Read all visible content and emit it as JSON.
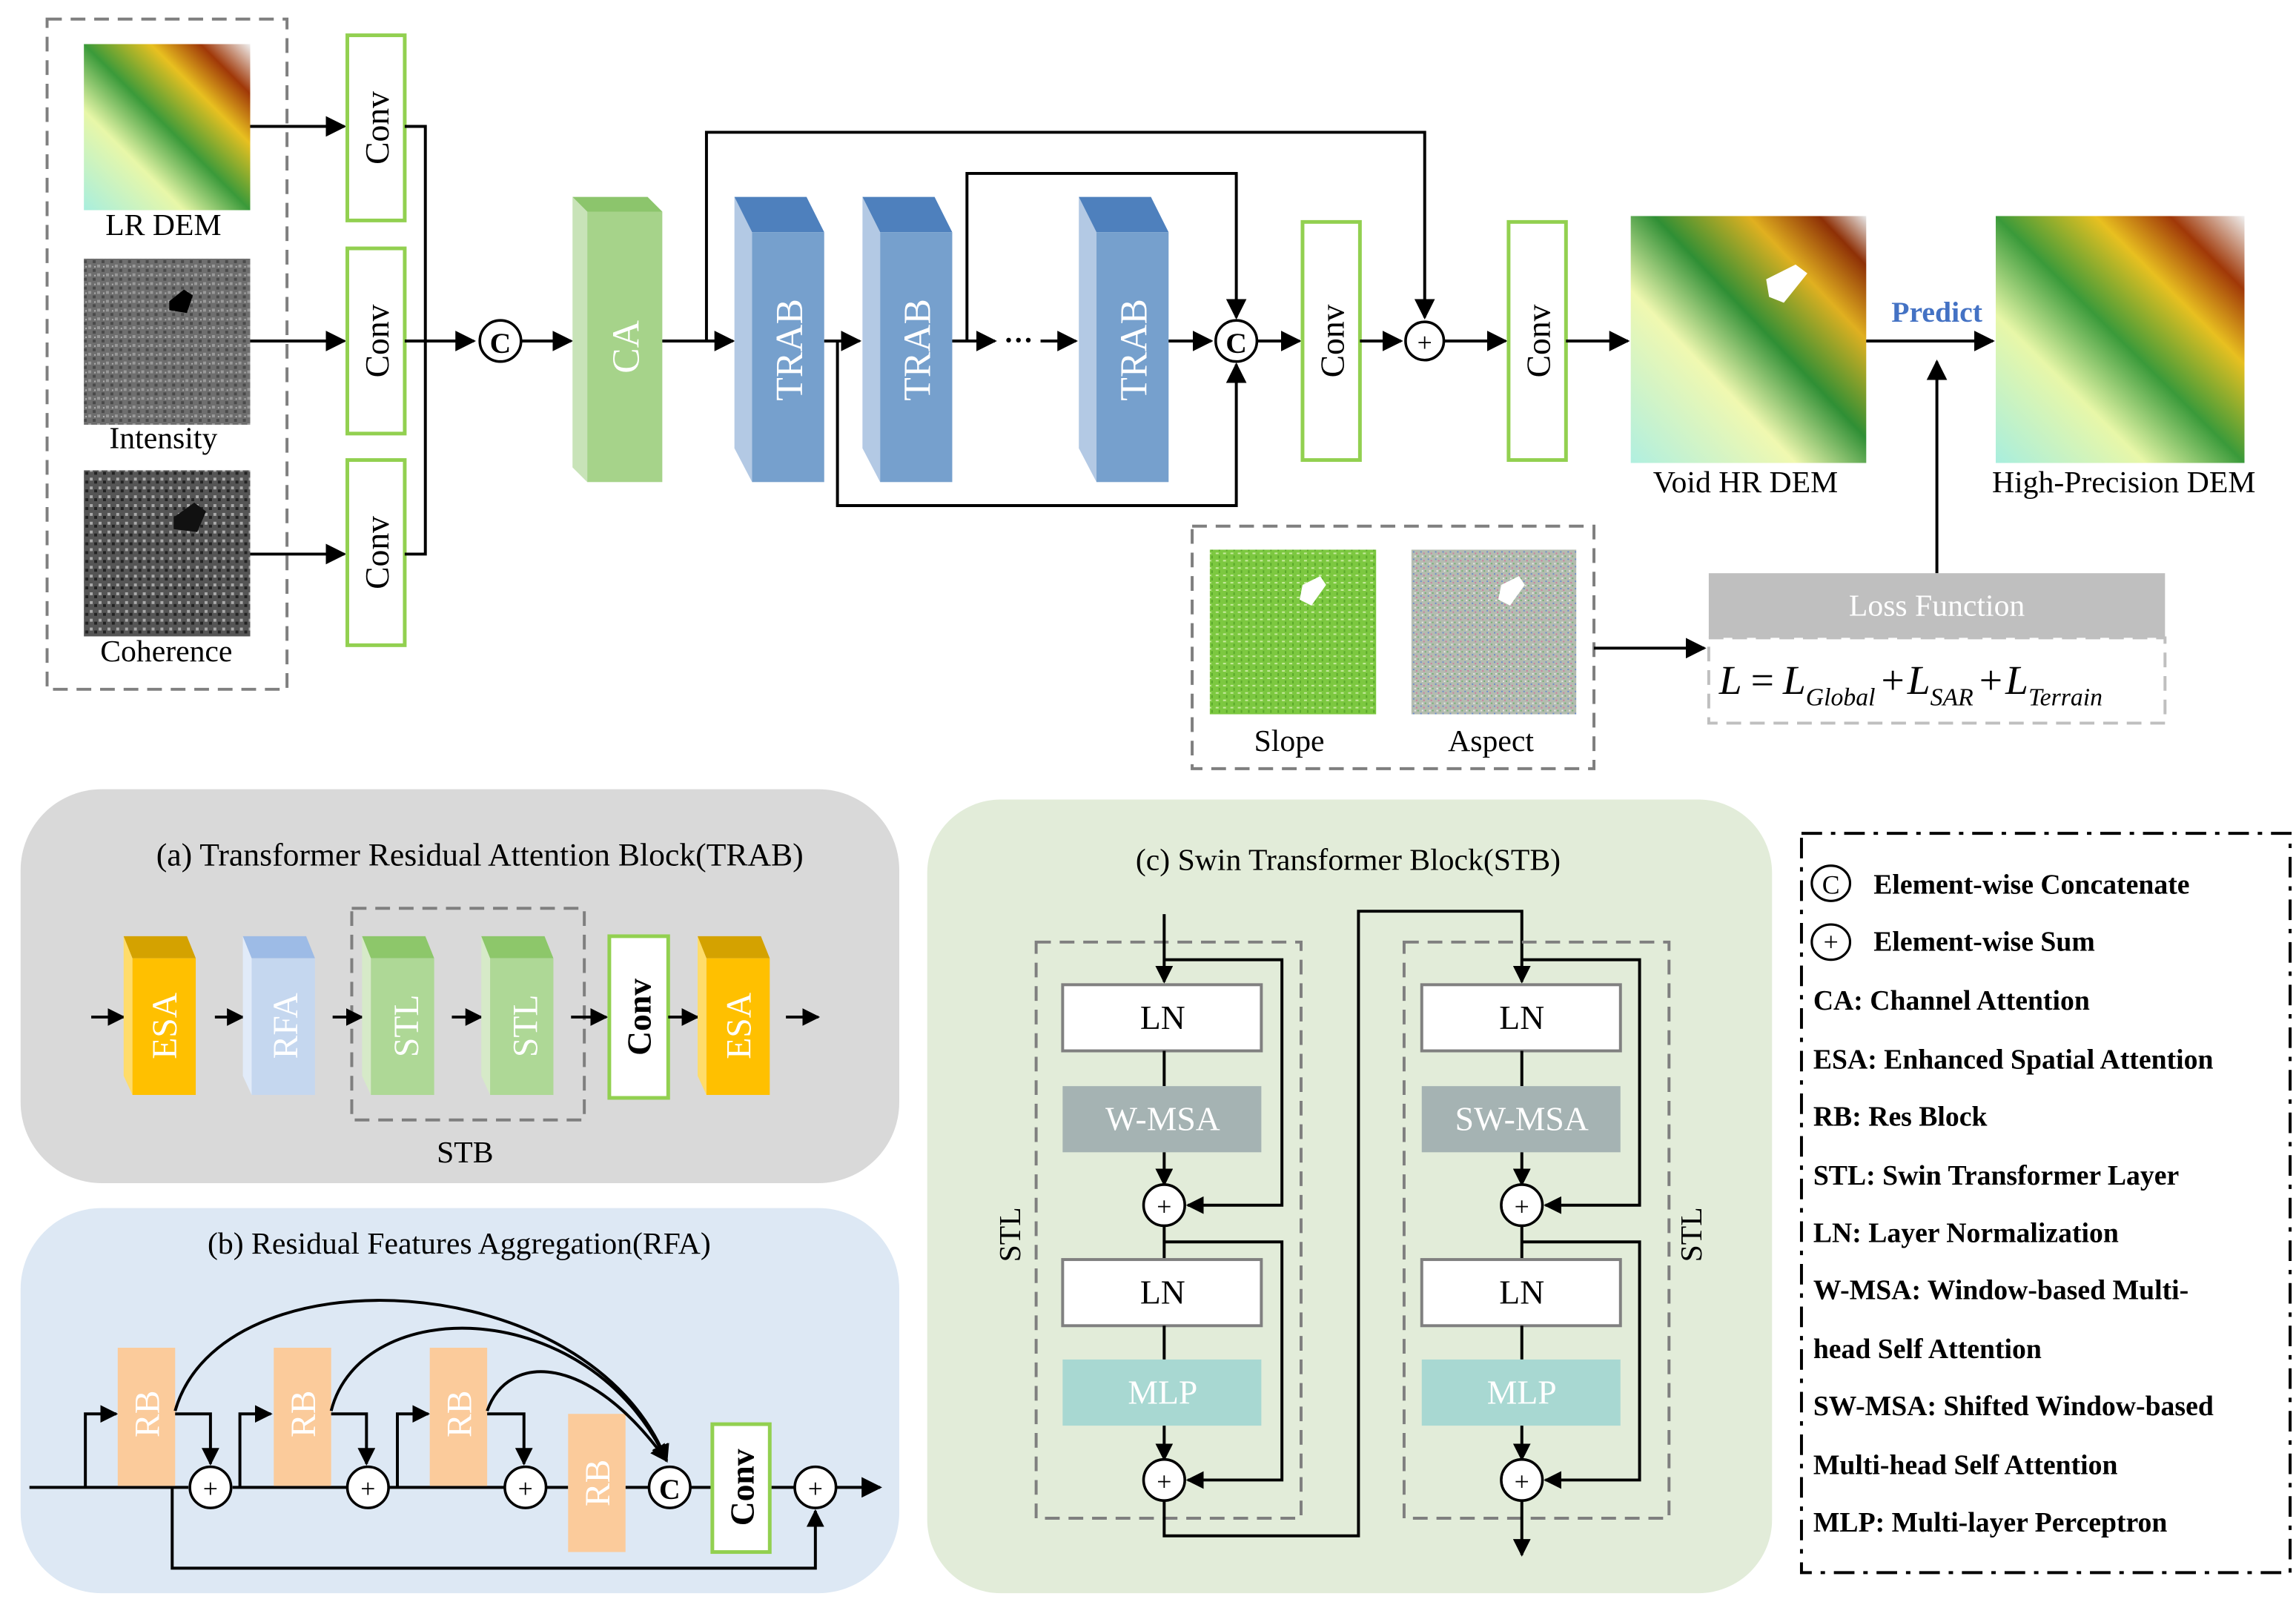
{
  "inputs": {
    "items": [
      {
        "label": "LR DEM",
        "image": "lr-dem-terrain-map"
      },
      {
        "label": "Intensity",
        "image": "sar-intensity-grayscale"
      },
      {
        "label": "Coherence",
        "image": "sar-coherence-grayscale"
      }
    ]
  },
  "main": {
    "conv_label": "Conv",
    "concat_symbol": "C",
    "sum_symbol": "+",
    "ca_label": "CA",
    "trab_label": "TRAB",
    "ellipsis": "···",
    "void_label": "Void HR DEM",
    "predict_label": "Predict",
    "output_label": "High-Precision DEM",
    "predict_color": "#4472c4"
  },
  "terrain": {
    "slope_label": "Slope",
    "aspect_label": "Aspect"
  },
  "loss": {
    "title": "Loss Function",
    "formula_L": "L",
    "formula_eq": "=",
    "term1": "L",
    "term1_sub": "Global",
    "term2": "L",
    "term2_sub": "SAR",
    "term3": "L",
    "term3_sub": "Terrain",
    "plus": "+"
  },
  "panel_a": {
    "title": "(a) Transformer Residual Attention Block(TRAB)",
    "blocks": [
      "ESA",
      "RFA",
      "STL",
      "STL",
      "Conv",
      "ESA"
    ],
    "group_label": "STB",
    "colors": {
      "esa": "#ffc000",
      "rfa": "#c5d7ef",
      "stl": "#aed896",
      "bg": "#d9d9d9"
    }
  },
  "panel_b": {
    "title": "(b) Residual  Features Aggregation(RFA)",
    "rb_label": "RB",
    "conv_label": "Conv",
    "concat_symbol": "C",
    "sum_symbol": "+",
    "colors": {
      "rb": "#fbcb9b",
      "bg": "#dde8f4"
    }
  },
  "panel_c": {
    "title": "(c) Swin Transformer Block(STB)",
    "left": {
      "ln1": "LN",
      "attn": "W-MSA",
      "ln2": "LN",
      "mlp": "MLP",
      "side_label": "STL"
    },
    "right": {
      "ln1": "LN",
      "attn": "SW-MSA",
      "ln2": "LN",
      "mlp": "MLP",
      "side_label": "STL"
    },
    "sum_symbol": "+",
    "colors": {
      "msa": "#a5b3b3",
      "mlp": "#a8d8d2",
      "bg": "#e2ecd9"
    }
  },
  "legend": {
    "items": [
      {
        "symbol": "C",
        "text": "Element-wise Concatenate"
      },
      {
        "symbol": "+",
        "text": "Element-wise Sum"
      },
      {
        "text": "CA: Channel Attention"
      },
      {
        "text": "ESA: Enhanced Spatial Attention"
      },
      {
        "text": "RB: Res Block"
      },
      {
        "text": "STL: Swin Transformer Layer"
      },
      {
        "text": "LN: Layer Normalization"
      },
      {
        "text": "W-MSA: Window-based Multi-"
      },
      {
        "text": "head Self Attention"
      },
      {
        "text": "SW-MSA: Shifted Window-based"
      },
      {
        "text": "Multi-head Self Attention"
      },
      {
        "text": "MLP: Multi-layer Perceptron"
      }
    ]
  }
}
